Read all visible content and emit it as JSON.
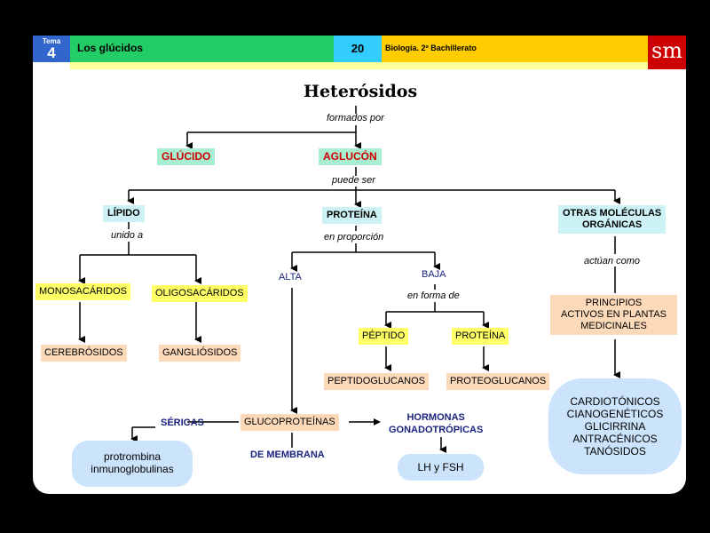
{
  "header": {
    "tema_label": "Tema",
    "tema_number": "4",
    "unit_title": "Los glúcidos",
    "page_number": "20",
    "course": "Biología. 2º Bachillerato",
    "logo": "sm"
  },
  "diagram": {
    "title": "Heterósidos",
    "formados_por": "formados por",
    "glucido": "GLÚCIDO",
    "aglucon": "AGLUCÓN",
    "puede_ser": "puede ser",
    "lipido": "LÍPIDO",
    "proteina": "PROTEÍNA",
    "otras_1": "OTRAS MOLÉCULAS",
    "otras_2": "ORGÁNICAS",
    "unido_a": "unido a",
    "en_proporcion": "en proporción",
    "actuan_como": "actúan como",
    "monosacaridos": "MONOSACÁRIDOS",
    "oligosacaridos": "OLIGOSACÁRIDOS",
    "alta": "ALTA",
    "baja": "BAJA",
    "en_forma_de": "en forma de",
    "principios_1": "PRINCIPIOS",
    "principios_2": "ACTIVOS EN PLANTAS",
    "principios_3": "MEDICINALES",
    "cerebrosidos": "CEREBRÓSIDOS",
    "gangliosidos": "GANGLIÓSIDOS",
    "peptido": "PÉPTIDO",
    "proteina2": "PROTEÍNA",
    "peptidoglucanos": "PEPTIDOGLUCANOS",
    "proteoglucanos": "PROTEOGLUCANOS",
    "cardio_1": "CARDIOTÓNICOS",
    "cardio_2": "CIANOGENÉTICOS",
    "cardio_3": "GLICIRRINA",
    "cardio_4": "ANTRACÉNICOS",
    "cardio_5": "TANÓSIDOS",
    "sericas": "SÉRICAS",
    "glucoproteinas": "GLUCOPROTEÍNAS",
    "hormonas_1": "HORMONAS",
    "hormonas_2": "GONADOTRÓPICAS",
    "de_membrana": "DE MEMBRANA",
    "protrombina_1": "protrombina",
    "protrombina_2": "inmunoglobulinas",
    "lh_fsh": "LH y FSH"
  }
}
